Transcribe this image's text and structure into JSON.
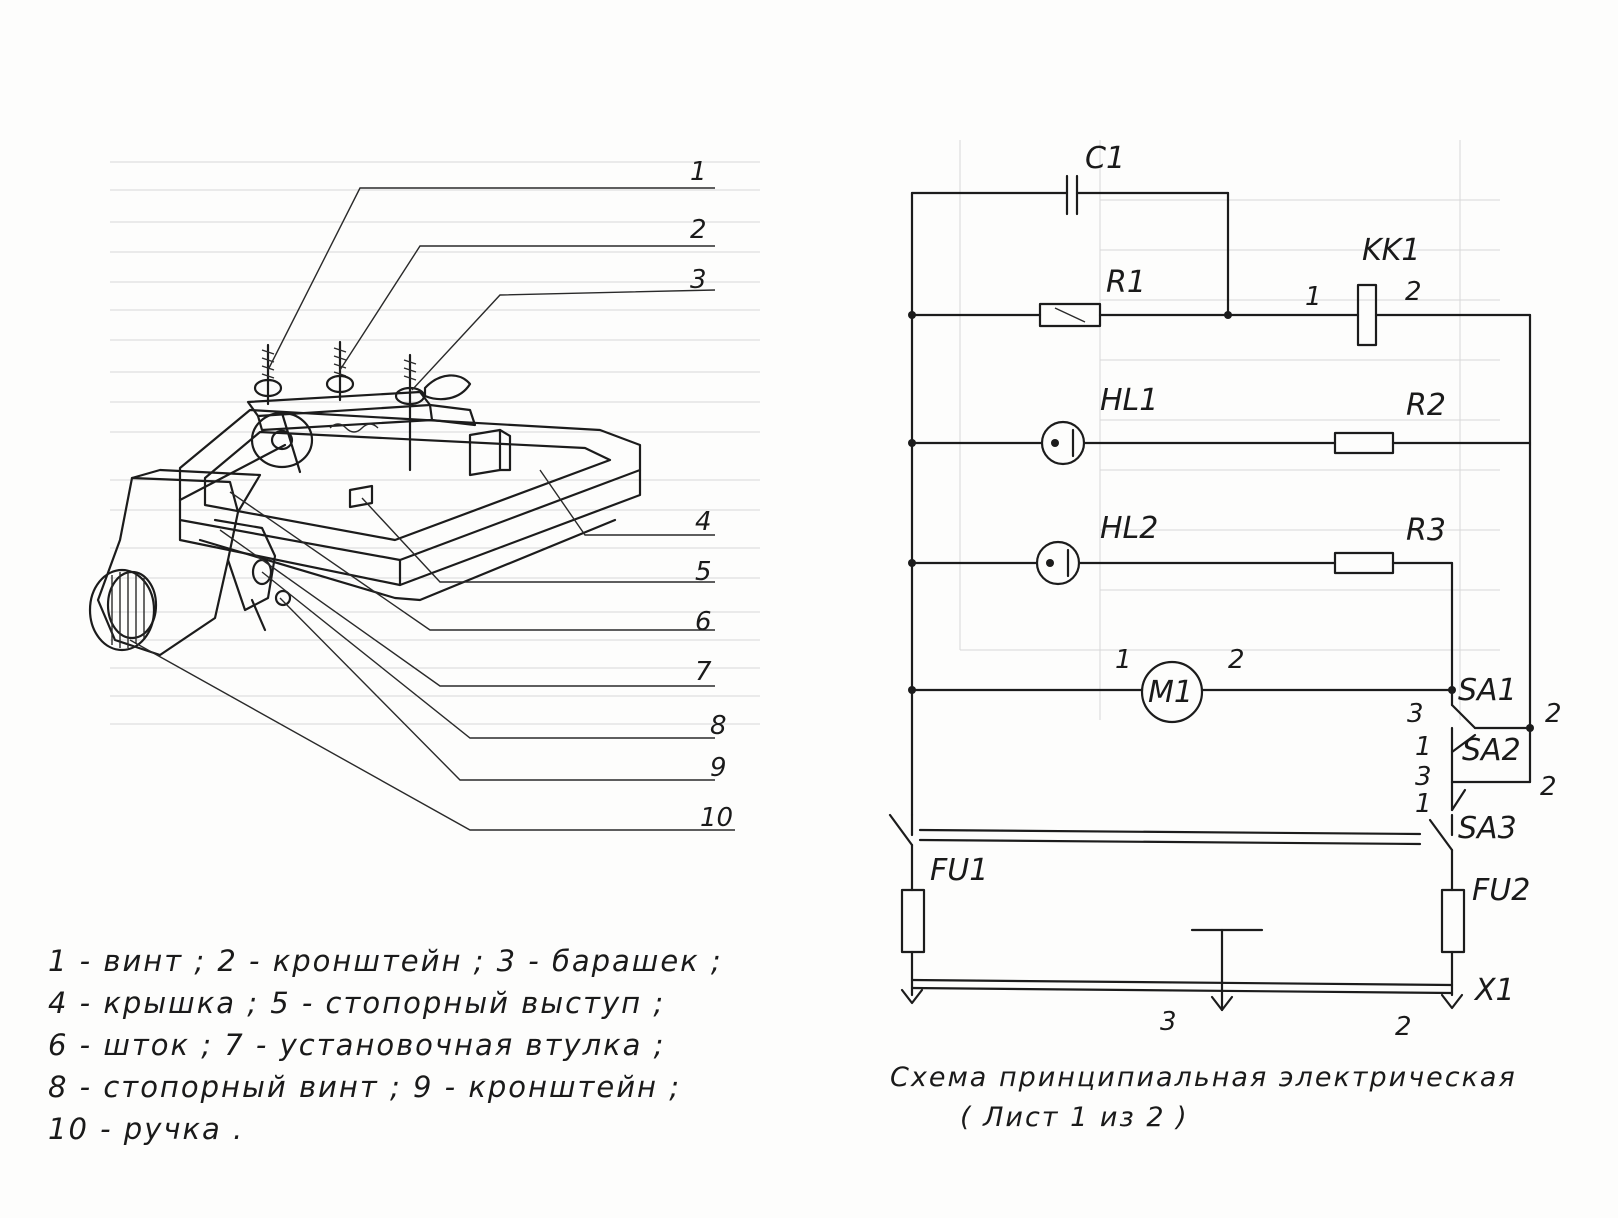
{
  "mechanism": {
    "callouts": [
      "1",
      "2",
      "3",
      "4",
      "5",
      "6",
      "7",
      "8",
      "9",
      "10"
    ]
  },
  "legend": {
    "lines": [
      "1 - винт ; 2 - кронштейн ; 3 - барашек ;",
      "4 - крышка ; 5 - стопорный выступ ;",
      "6 - шток ; 7 - установочная втулка ;",
      "8 - стопорный винт ; 9 - кронштейн ;",
      "10 - ручка ."
    ]
  },
  "schematic": {
    "components": {
      "c1": "C1",
      "kk1": "KK1",
      "r1": "R1",
      "r2": "R2",
      "r3": "R3",
      "hl1": "HL1",
      "hl2": "HL2",
      "m1": "M1",
      "sa1": "SA1",
      "sa2": "SA2",
      "sa3": "SA3",
      "fu1": "FU1",
      "fu2": "FU2",
      "x1": "X1"
    },
    "pins": {
      "kk1_1": "1",
      "kk1_2": "2",
      "m1_1": "1",
      "m1_2": "2",
      "sa1_3": "3",
      "sa1_2": "2",
      "sa2_1": "1",
      "sa2_3": "3",
      "sa2_2": "2",
      "sa3_1": "1",
      "x1_3": "3",
      "x1_2": "2"
    },
    "title": "Схема принципиальная электрическая",
    "subtitle": "( Лист 1 из 2 )"
  }
}
